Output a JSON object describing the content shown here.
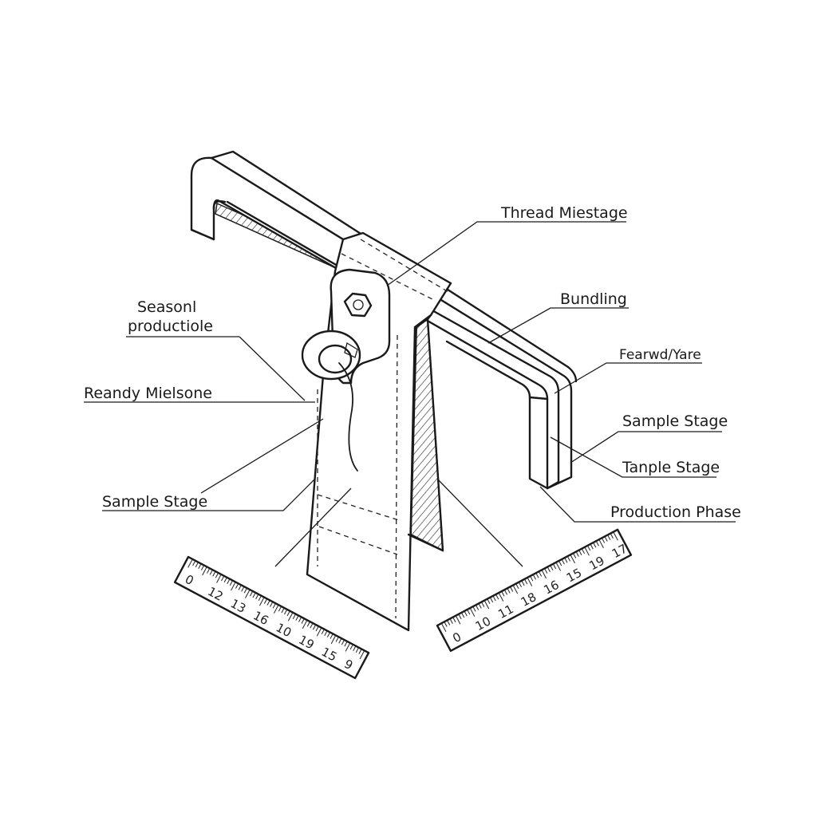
{
  "labels": {
    "thread_milestage": "Thread Miestage",
    "bundling": "Bundling",
    "seasonal_line1": "Seasonl",
    "seasonal_line2": "productiole",
    "ready_milestone": "Reandy Mielsone",
    "sample_stage_left": "Sample Stage",
    "fabric_yarn": "Fearwd/Yare",
    "sample_stage_right": "Sample Stage",
    "tanple_stage": "Tanple Stage",
    "production_phase": "Production Phase"
  },
  "ruler_left": {
    "ticks": [
      "0",
      "12",
      "13",
      "16",
      "10",
      "19",
      "15",
      "9"
    ]
  },
  "ruler_right": {
    "ticks": [
      "0",
      "10",
      "11",
      "18",
      "16",
      "15",
      "19",
      "17"
    ]
  }
}
